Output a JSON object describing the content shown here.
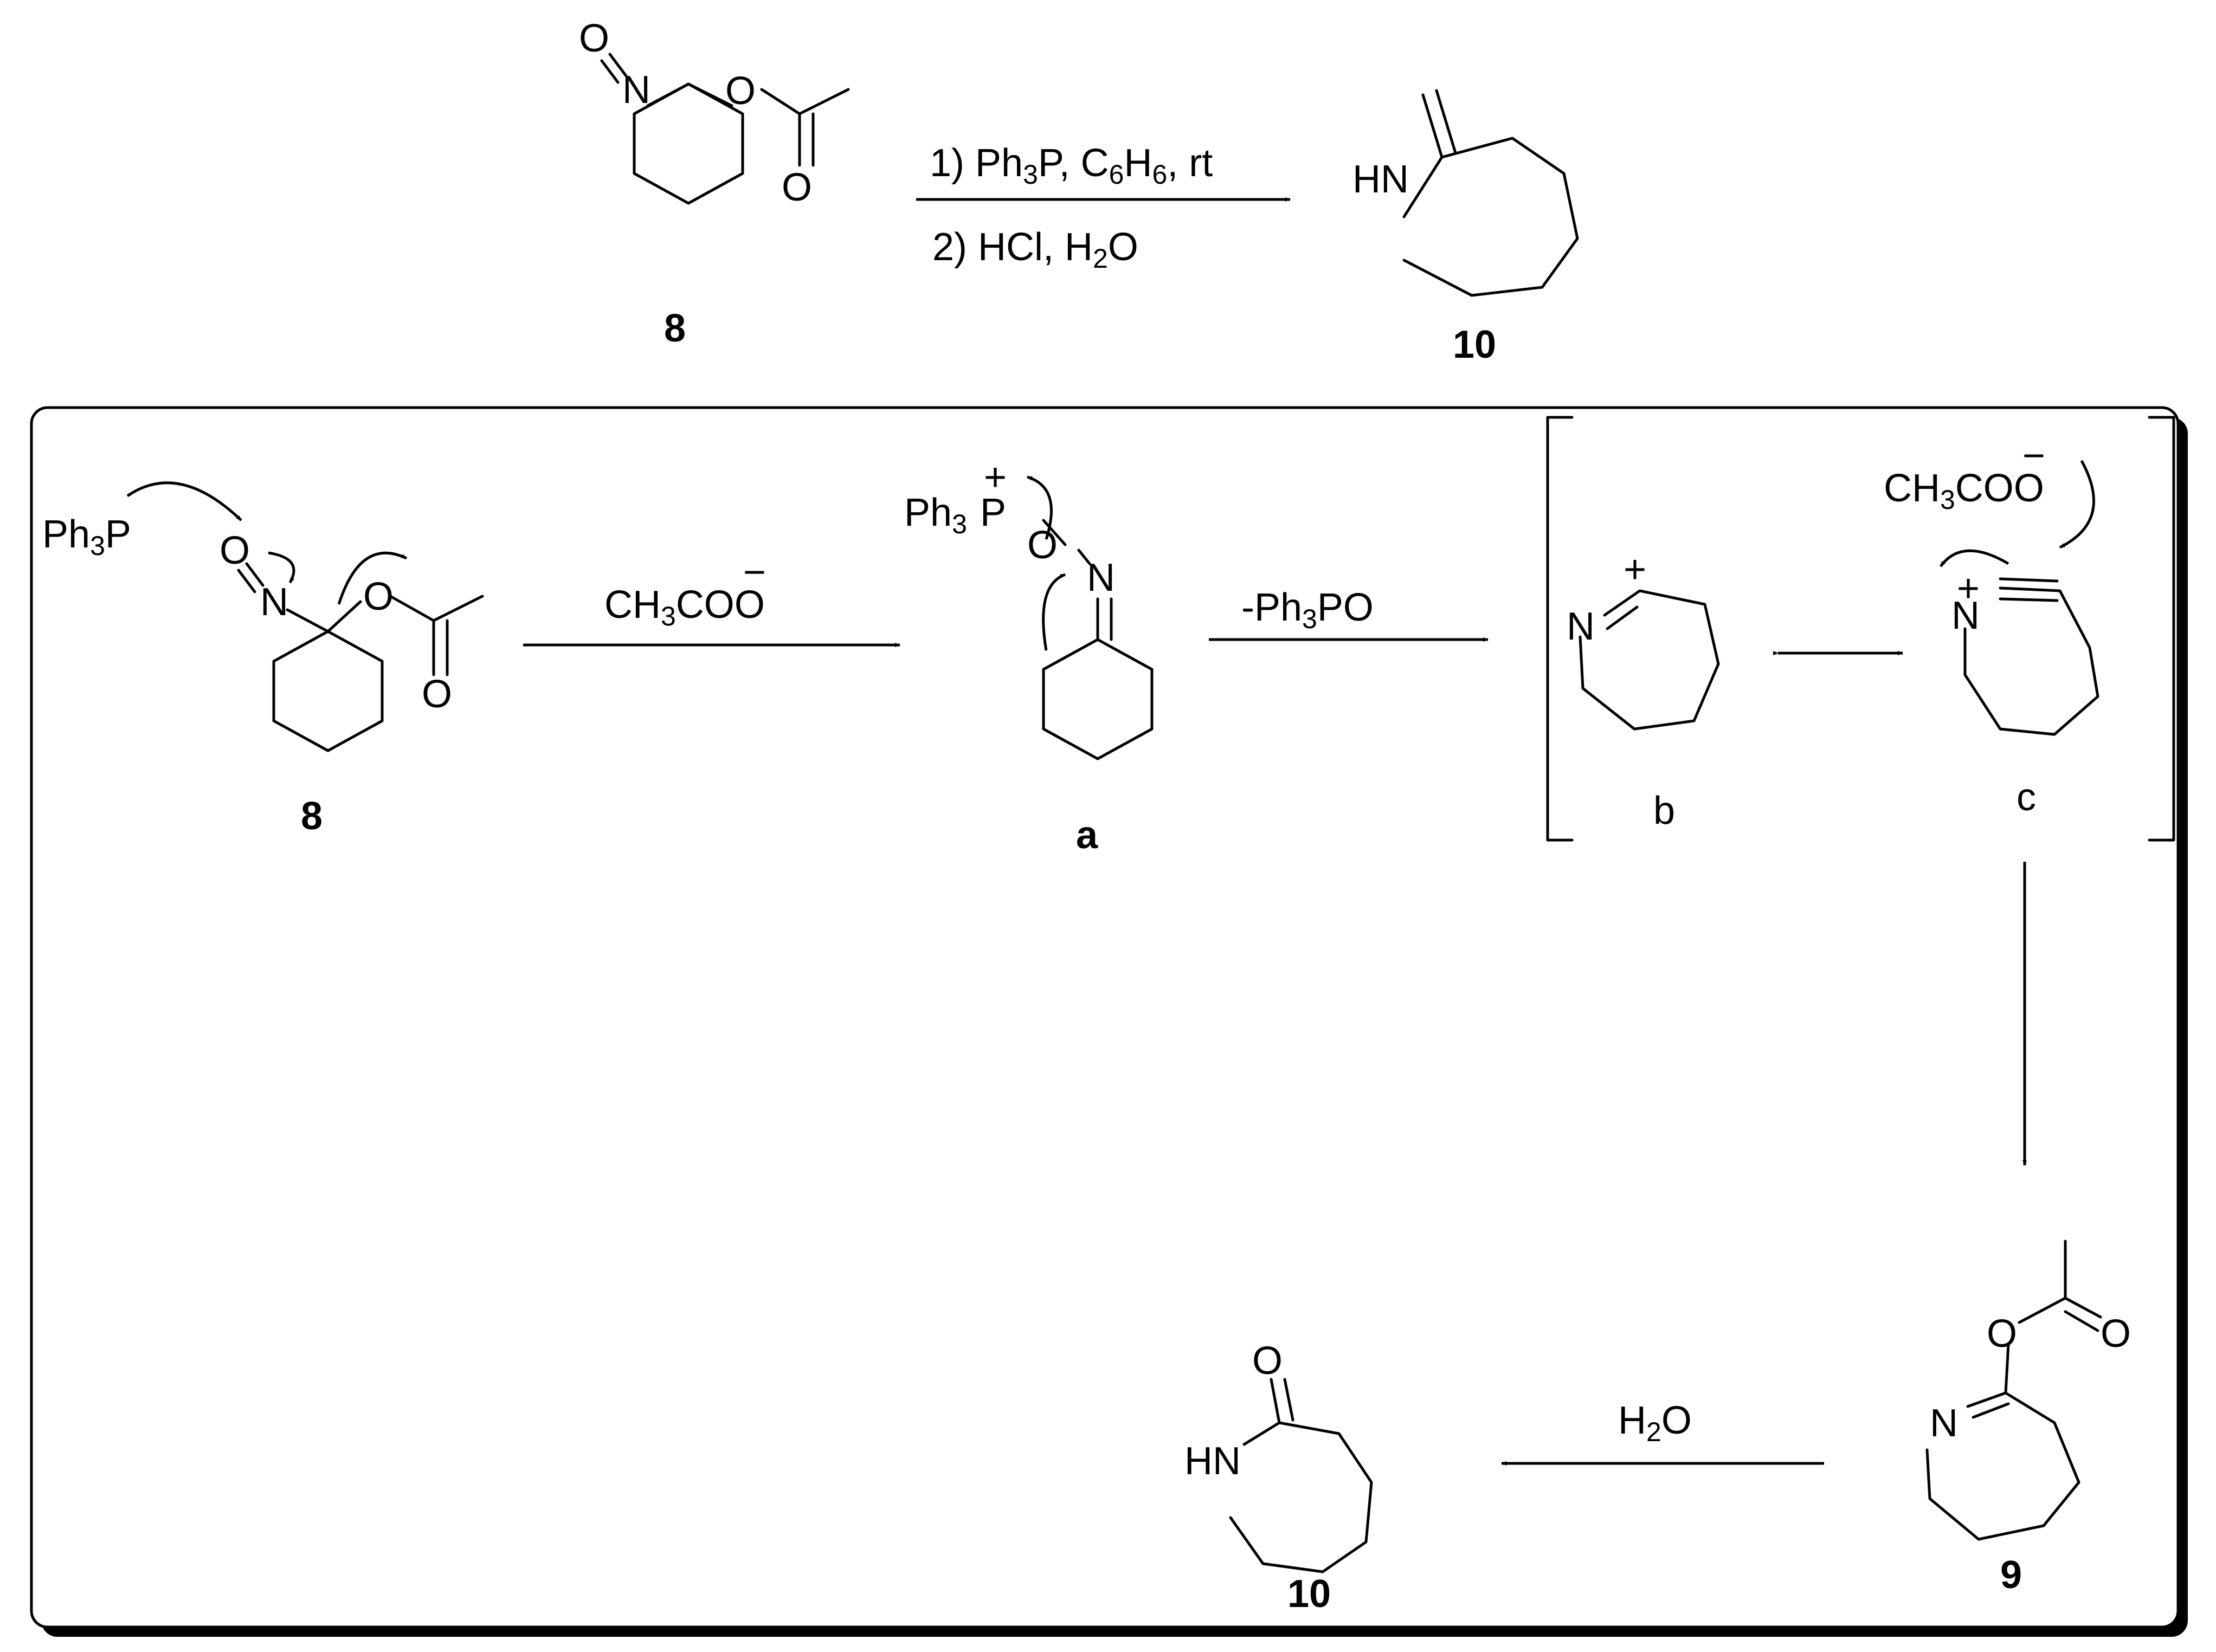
{
  "overall_reaction": {
    "reactant_label": "8",
    "product_label": "10",
    "step1": {
      "pre": "1) Ph",
      "sub1": "3",
      "mid": "P, C",
      "sub2": "6",
      "post": "H",
      "sub3": "6",
      "tail": ", rt"
    },
    "step2": {
      "pre": "2) HCl, H",
      "sub": "2",
      "post": "O"
    },
    "atoms": {
      "O_nitroso": "O",
      "N_nitroso": "N",
      "O_ester": "O",
      "O_carbonyl": "O",
      "HN": "HN"
    }
  },
  "mechanism": {
    "reagent_ph3p": {
      "pre": "Ph",
      "sub": "3",
      "post": "P"
    },
    "compound_8": {
      "label": "8",
      "O_nitroso": "O",
      "N_nitroso": "N",
      "O_ester": "O",
      "O_carbonyl": "O"
    },
    "arrow1_reagent": {
      "pre": "CH",
      "sub": "3",
      "post": "COO",
      "charge": "−"
    },
    "intermediate_a": {
      "label": "a",
      "ph3": {
        "pre": "Ph",
        "sub": "3"
      },
      "P": "P",
      "P_charge": "+",
      "O": "O",
      "N": "N"
    },
    "arrow2_reagent": {
      "pre": "-Ph",
      "sub": "3",
      "post": "PO"
    },
    "intermediate_b": {
      "label": "b",
      "N": "N",
      "charge": "+"
    },
    "intermediate_c": {
      "label": "c",
      "N": "N",
      "charge": "+",
      "acetate": {
        "pre": "CH",
        "sub": "3",
        "post": "COO",
        "charge": "−"
      }
    },
    "compound_9": {
      "label": "9",
      "N": "N",
      "O_ester": "O",
      "O_carbonyl": "O"
    },
    "arrow_h2o": {
      "pre": "H",
      "sub": "2",
      "post": "O"
    },
    "product_10": {
      "label": "10",
      "O": "O",
      "HN": "HN"
    }
  }
}
